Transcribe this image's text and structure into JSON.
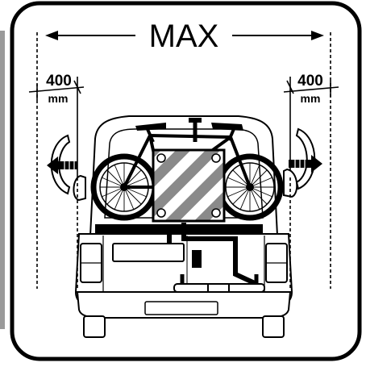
{
  "diagram": {
    "title": "MAX",
    "left_clearance": {
      "value": "400",
      "unit": "mm"
    },
    "right_clearance": {
      "value": "400",
      "unit": "mm"
    },
    "colors": {
      "ink": "#000000",
      "panel_border": "#000000",
      "side_bar": "#9a9a9a",
      "stripe_dark": "#8a8a8a",
      "background": "#ffffff"
    }
  }
}
